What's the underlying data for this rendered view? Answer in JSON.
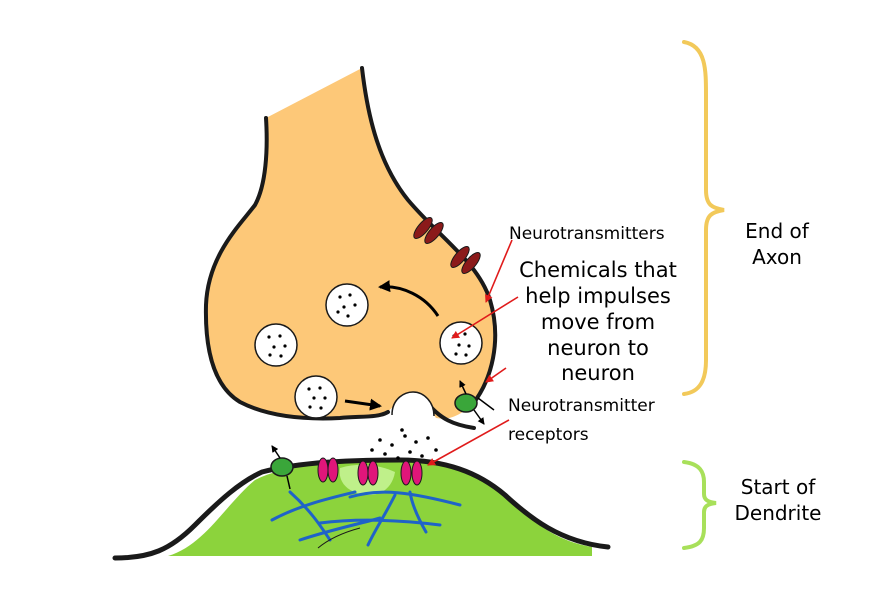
{
  "labels": {
    "neurotransmitters": "Neurotransmitters",
    "chemicals_line1": "Chemicals that",
    "chemicals_line2": "help impulses",
    "chemicals_line3": "move from",
    "chemicals_line4": "neuron to",
    "chemicals_line5": "neuron",
    "receptors_line1": "Neurotransmitter",
    "receptors_line2": "receptors",
    "end_of_axon_line1": "End of",
    "end_of_axon_line2": "Axon",
    "start_of_dendrite_line1": "Start of",
    "start_of_dendrite_line2": "Dendrite"
  },
  "colors": {
    "axon_fill": "#fdc878",
    "dendrite_fill": "#8cd33c",
    "dendrite_highlight": "#bff08a",
    "outline": "#1a1a1a",
    "vesicle_fill": "#ffffff",
    "channel_fill": "#8b1a1a",
    "receptor_fill": "#e0167a",
    "transporter_fill": "#3aa63a",
    "nerve_lines": "#1f63c8",
    "pointer_arrow": "#e01b1b",
    "axon_bracket": "#f2c95a",
    "dendrite_bracket": "#a8e05a"
  }
}
